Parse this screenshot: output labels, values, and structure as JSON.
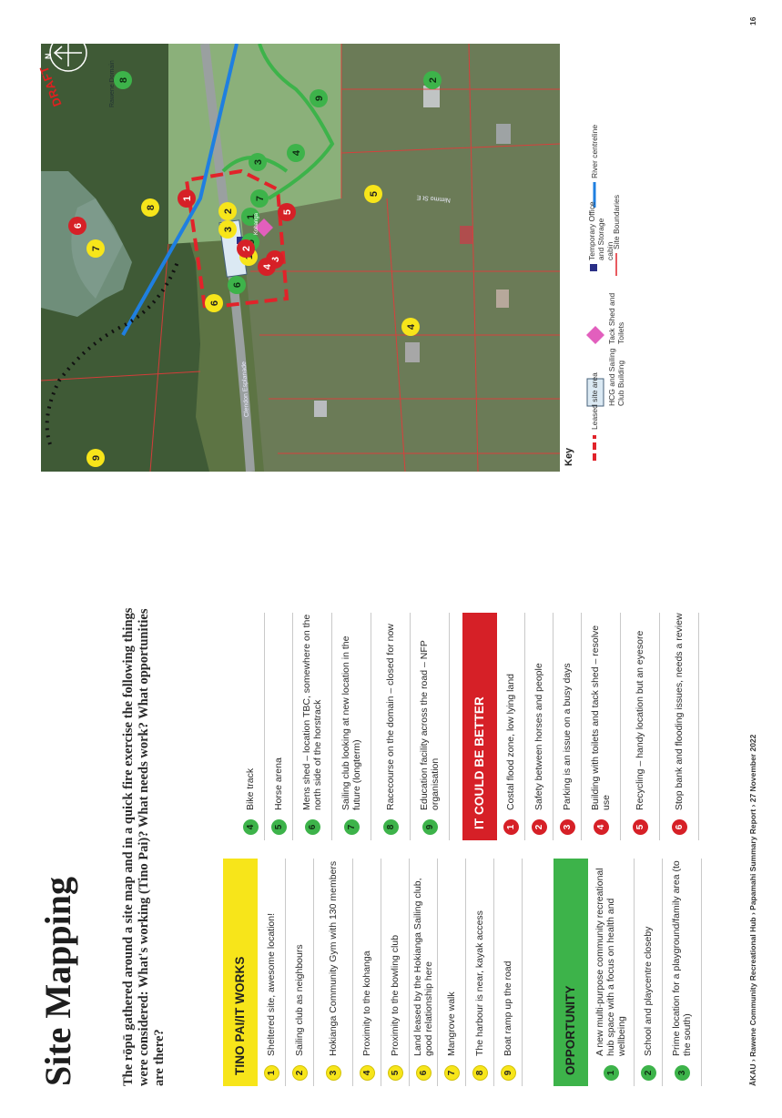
{
  "page": {
    "title": "Site Mapping",
    "intro": "The rōpū gathered around a site map and in a quick fire exercise the following things were considered: What's working (Tino Pai)? What needs work? What opportunities are there?",
    "footer": "ĀKAU › Rawene Community Recreational Hub › Papamahi Summary Report › 27 November 2022",
    "page_number": "16"
  },
  "tino_pai": {
    "heading": "TINO PAI/IT WORKS",
    "items": [
      {
        "num": "1",
        "text": "Sheltered site, awesome location!"
      },
      {
        "num": "2",
        "text": "Sailing club as neighbours"
      },
      {
        "num": "3",
        "text": "Hokianga Community Gym with 130 members"
      },
      {
        "num": "4",
        "text": "Proximity to the kohanga"
      },
      {
        "num": "5",
        "text": "Proximity to the bowling club"
      },
      {
        "num": "6",
        "text": "Land leased by the Hokianga Sailing club, good relationship here"
      },
      {
        "num": "7",
        "text": "Mangrove walk"
      },
      {
        "num": "8",
        "text": "The harbour is near, kayak access"
      },
      {
        "num": "9",
        "text": "Boat ramp up the road"
      }
    ],
    "green_items": [
      {
        "num": "4",
        "text": "Bike track"
      },
      {
        "num": "5",
        "text": "Horse arena"
      },
      {
        "num": "6",
        "text": "Mens shed – location TBC, somewhere on the north side of the horstrack"
      },
      {
        "num": "7",
        "text": "Sailing club looking at new location in the future (longterm)"
      },
      {
        "num": "8",
        "text": "Racecourse on the domain – closed for now"
      },
      {
        "num": "9",
        "text": "Education facility across the road – NFP organisation"
      }
    ]
  },
  "opportunity": {
    "heading": "OPPORTUNITY",
    "items": [
      {
        "num": "1",
        "text": "A new multi-purpose community recreational hub space with a focus on health and wellbeing"
      },
      {
        "num": "2",
        "text": "School and playcentre closeby"
      },
      {
        "num": "3",
        "text": "Prime location for a playground/family area (to the south)"
      }
    ]
  },
  "better": {
    "heading": "IT COULD BE BETTER",
    "items": [
      {
        "num": "1",
        "text": "Costal flood zone, low lying land"
      },
      {
        "num": "2",
        "text": "Safety between horses and people"
      },
      {
        "num": "3",
        "text": "Parking is an issue on a busy days"
      },
      {
        "num": "4",
        "text": "Building with toilets and tack shed – resolve use"
      },
      {
        "num": "5",
        "text": "Recycling – handy location but an eyesore"
      },
      {
        "num": "6",
        "text": "Stop bank and flooding issues, needs a review"
      }
    ]
  },
  "map": {
    "draft_label": "DRAFT",
    "north_label": "N",
    "road_label": "Clendon Esplanade",
    "street_label": "Nimmo St E",
    "domain_label": "Rawene Domain",
    "kohanga_label": "Kohanga",
    "legend": {
      "title": "Key",
      "items": [
        {
          "label": "Leased site area"
        },
        {
          "label": "HCG and Sailing Club Building"
        },
        {
          "label": "Tack Shed and Toilets"
        },
        {
          "label": "Temporary Office and Storage cabin"
        },
        {
          "label": "Site Boundaries"
        },
        {
          "label": "River centreline"
        }
      ]
    },
    "markers_yellow": [
      "1",
      "2",
      "3",
      "4",
      "5",
      "6",
      "7",
      "8",
      "9"
    ],
    "markers_green": [
      "1",
      "2",
      "3",
      "4",
      "5",
      "6",
      "7",
      "8",
      "9"
    ],
    "markers_red": [
      "1",
      "2",
      "3",
      "4",
      "5",
      "6"
    ]
  },
  "colors": {
    "yellow": "#f7e51a",
    "green": "#3db34a",
    "red": "#d62027"
  }
}
